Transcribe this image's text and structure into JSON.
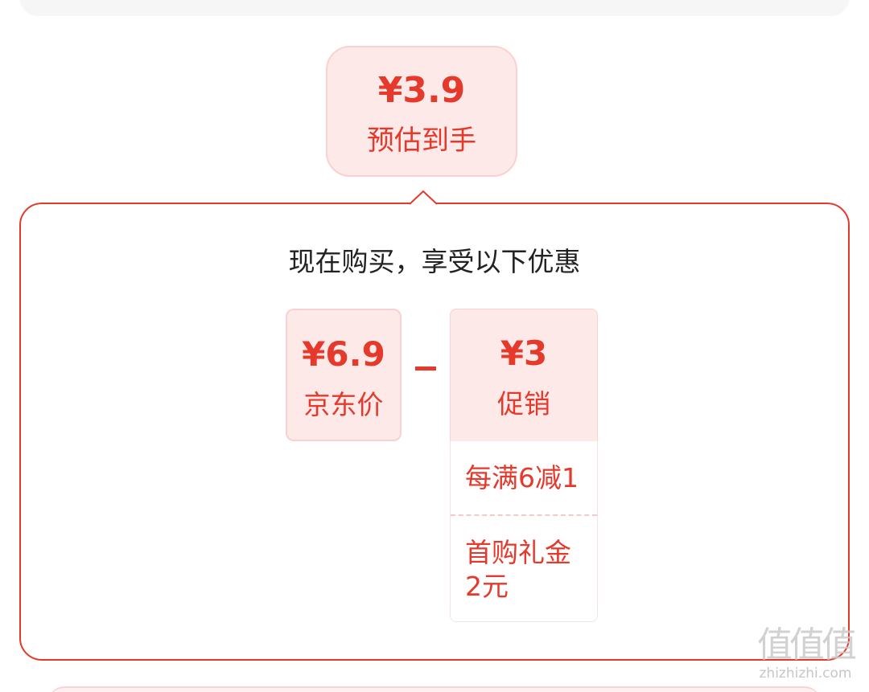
{
  "estimate": {
    "price": "¥3.9",
    "label": "预估到手"
  },
  "panel": {
    "title": "现在购买，享受以下优惠"
  },
  "jd_price": {
    "price": "¥6.9",
    "label": "京东价"
  },
  "operator": "−",
  "promotion": {
    "price": "¥3",
    "label": "促销",
    "items": [
      "每满6减1",
      "首购礼金\n2元"
    ]
  },
  "watermark": {
    "logo": "值值值",
    "url": "zhizhizhi.com"
  },
  "colors": {
    "accent": "#e4392b",
    "box_bg": "#fee9e9",
    "box_border": "#fbd0d0"
  }
}
